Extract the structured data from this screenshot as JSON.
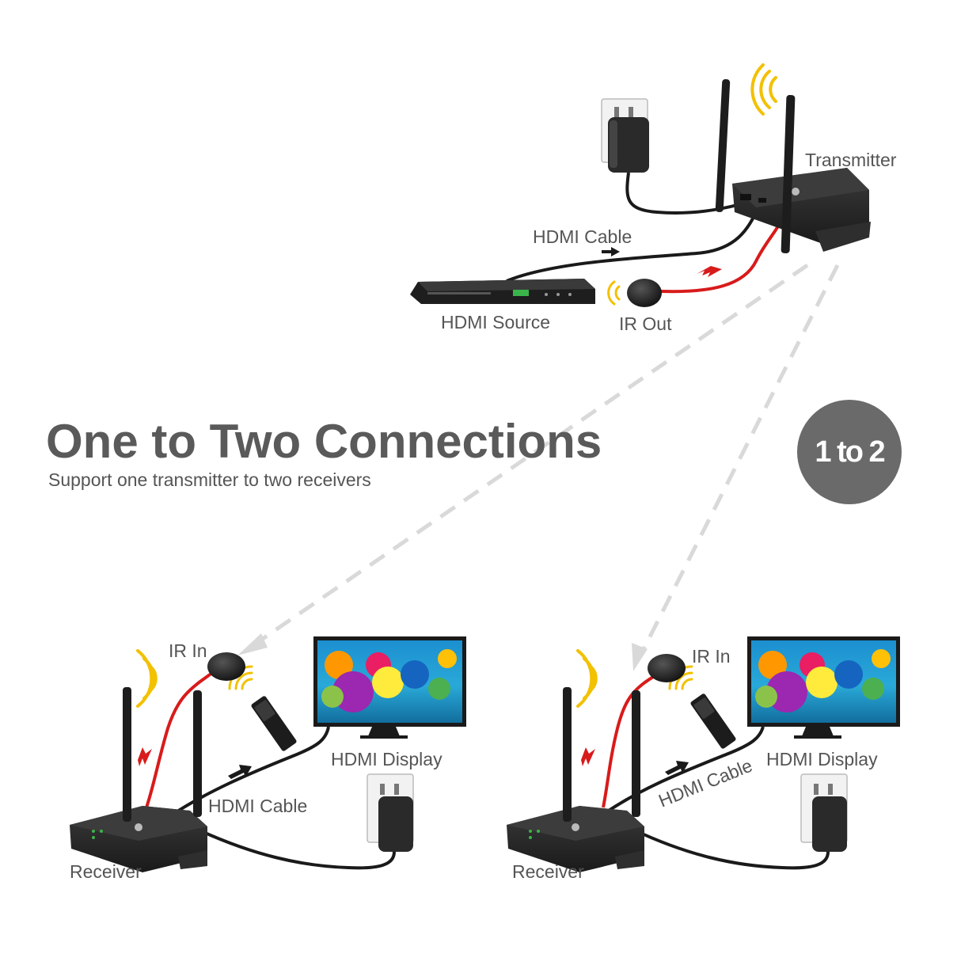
{
  "title": "One to Two Connections",
  "subtitle": "Support one transmitter to two receivers",
  "badge": "1 to 2",
  "labels": {
    "transmitter": "Transmitter",
    "hdmi_cable_top": "HDMI Cable",
    "hdmi_source": "HDMI Source",
    "ir_out": "IR Out",
    "ir_in_left": "IR In",
    "ir_in_right": "IR In",
    "hdmi_display_left": "HDMI Display",
    "hdmi_display_right": "HDMI Display",
    "hdmi_cable_left": "HDMI Cable",
    "hdmi_cable_right": "HDMI Cable",
    "receiver_left": "Receiver",
    "receiver_right": "Receiver"
  },
  "colors": {
    "heading": "#5a5a5a",
    "label": "#555555",
    "badge": "#6b6a6a",
    "ir_cable": "#d81b1b",
    "signal_waves": "#f2c100",
    "dashed_path": "#d9d9d9",
    "device": "#2b2b2b"
  }
}
